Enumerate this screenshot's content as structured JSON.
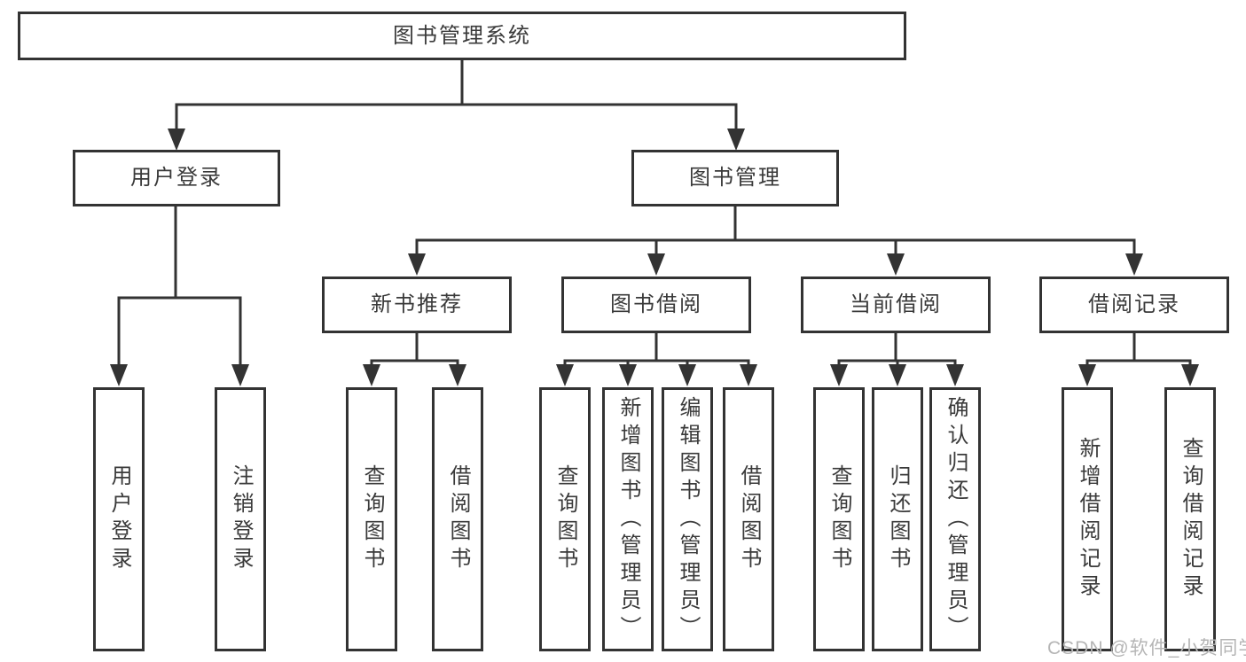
{
  "diagram": {
    "root": {
      "label": "图书管理系统"
    },
    "branches": [
      {
        "label": "用户登录",
        "children": [
          {
            "label": "用户登录"
          },
          {
            "label": "注销登录"
          }
        ]
      },
      {
        "label": "图书管理",
        "children": [
          {
            "label": "新书推荐",
            "children": [
              {
                "label": "查询图书"
              },
              {
                "label": "借阅图书"
              }
            ]
          },
          {
            "label": "图书借阅",
            "children": [
              {
                "label": "查询图书"
              },
              {
                "label": "新增图书（管理员）"
              },
              {
                "label": "编辑图书（管理员）"
              },
              {
                "label": "借阅图书"
              }
            ]
          },
          {
            "label": "当前借阅",
            "children": [
              {
                "label": "查询图书"
              },
              {
                "label": "归还图书"
              },
              {
                "label": "确认归还（管理员）"
              }
            ]
          },
          {
            "label": "借阅记录",
            "children": [
              {
                "label": "新增借阅记录"
              },
              {
                "label": "查询借阅记录"
              }
            ]
          }
        ]
      }
    ]
  },
  "colors": {
    "line": "#333333",
    "text": "#3a3a3a",
    "watermark": "#b5b5b5",
    "background": "#ffffff"
  },
  "watermark": "CSDN @软件_小贺同学"
}
